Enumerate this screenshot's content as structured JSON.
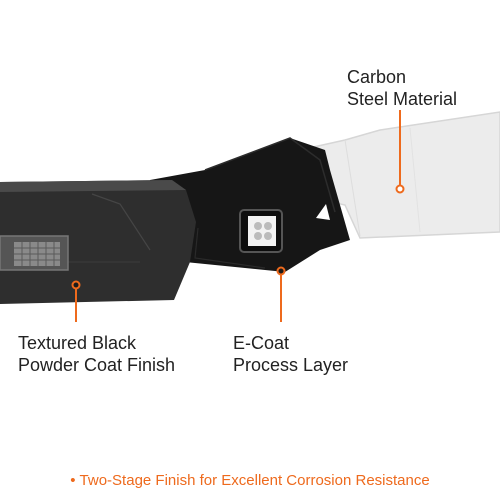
{
  "colors": {
    "accent": "#ee6a1d",
    "coating_black": "#1f1f1f",
    "texture_gray": "#3a3a3a",
    "raw_steel_light": "#e8e8e8",
    "text": "#222222"
  },
  "callouts": {
    "carbon_steel": {
      "line1": "Carbon",
      "line2": "Steel Material"
    },
    "textured_black": {
      "line1": "Textured Black",
      "line2": "Powder Coat Finish"
    },
    "ecoat": {
      "line1": "E-Coat",
      "line2": "Process Layer"
    }
  },
  "footer": {
    "bullet": "•",
    "text": "Two-Stage Finish for Excellent Corrosion Resistance"
  },
  "icons": [
    "led-light-icon",
    "mesh-grille-icon"
  ]
}
